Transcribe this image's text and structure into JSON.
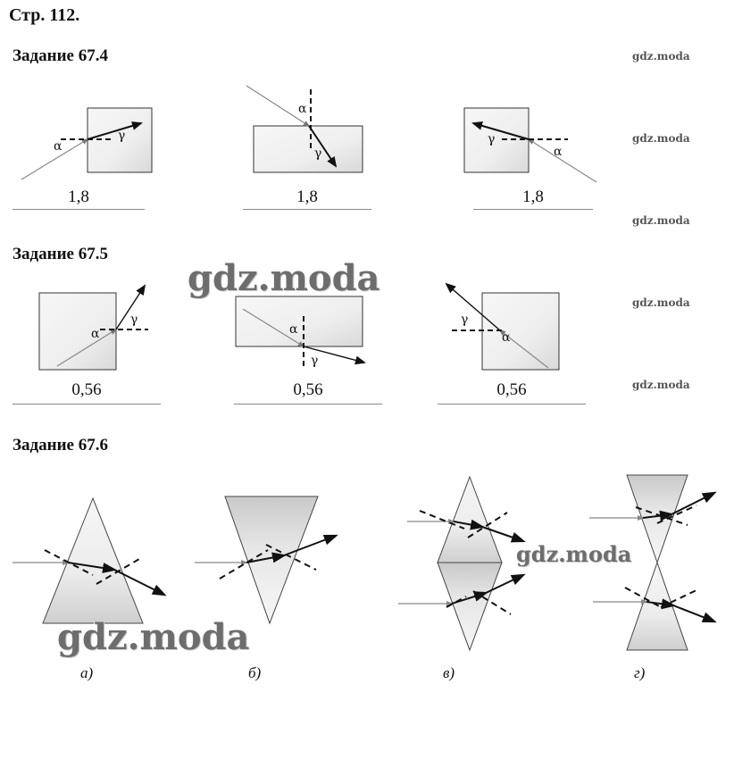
{
  "header": {
    "page_label": "Стр. 112."
  },
  "tasks": [
    {
      "title": "Задание 67.4",
      "answers": [
        "1,8",
        "1,8",
        "1,8"
      ]
    },
    {
      "title": "Задание 67.5",
      "answers": [
        "0,56",
        "0,56",
        "0,56"
      ]
    },
    {
      "title": "Задание 67.6",
      "figure_labels": [
        "а)",
        "б)",
        "в)",
        "г)"
      ]
    }
  ],
  "symbols": {
    "alpha": "α",
    "gamma": "γ"
  },
  "watermark": {
    "small": "gdz.moda",
    "big": "gdz.moda"
  },
  "colors": {
    "ink": "#111111",
    "shape_fill": "#e9e9e9",
    "watermark": "#6d6d6d"
  }
}
